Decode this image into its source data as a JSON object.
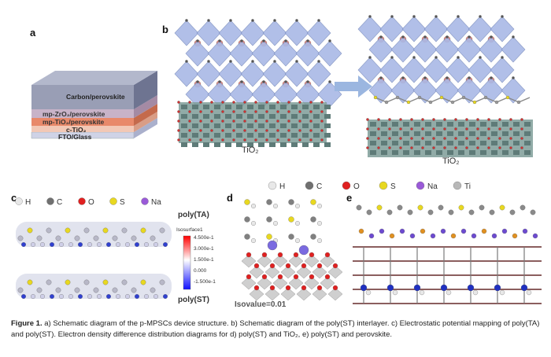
{
  "panels": {
    "a": {
      "label": "a",
      "layers": [
        {
          "label": "Carbon/perovskite"
        },
        {
          "label": "mp-ZrO₂/perovskite"
        },
        {
          "label": "mp-TiO₂/perovskite"
        },
        {
          "label": "c-TiO₂"
        },
        {
          "label": "FTO/Glass"
        }
      ]
    },
    "b": {
      "label": "b",
      "left_substrate_label": "TiO₂",
      "right_substrate_label": "TiO₂"
    },
    "c": {
      "label": "c",
      "legend": [
        "H",
        "C",
        "O",
        "S",
        "Na"
      ],
      "top_label": "poly(TA)",
      "bottom_label": "poly(ST)",
      "colorbar_title": "Isosurface1",
      "colorbar_ticks": [
        "4.500e-1",
        "3.000e-1",
        "1.500e-1",
        "0.000",
        "-1.500e-1"
      ]
    },
    "d": {
      "label": "d",
      "isovalue": "Isovalue=0.01"
    },
    "e": {
      "label": "e"
    },
    "de_legend": [
      "H",
      "C",
      "O",
      "S",
      "Na",
      "Ti"
    ]
  },
  "caption": {
    "fig_label": "Figure 1.",
    "text": " a) Schematic diagram of the p-MPSCs device structure. b) Schematic diagram of the poly(ST) interlayer. c) Electrostatic potential mapping of poly(TA) and poly(ST). Electron density difference distribution diagrams for d) poly(ST) and TiO₂, e) poly(ST) and perovskite."
  },
  "colors": {
    "H": "#e8e8e8",
    "C": "#707070",
    "O": "#e02020",
    "S": "#e8d820",
    "Na": "#9a5ad8",
    "Ti": "#b8b8b8",
    "octahedron": "#a9b9e6",
    "tio2": "#7e9c98",
    "arrow": "#9bb6e0"
  }
}
